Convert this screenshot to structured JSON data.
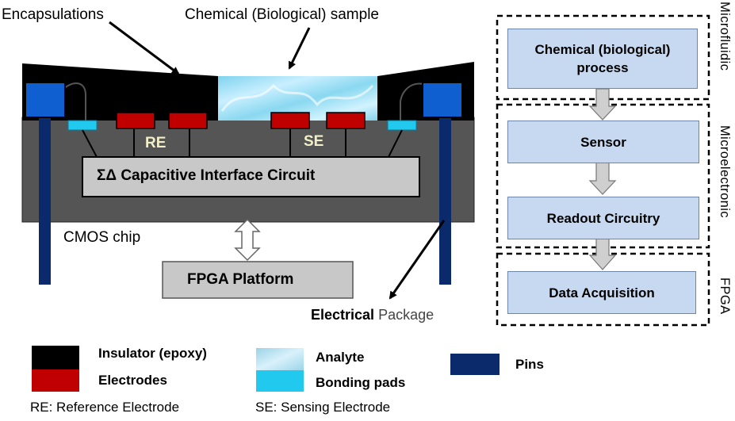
{
  "labels": {
    "encapsulations": "Encapsulations",
    "sample": "Chemical (Biological) sample",
    "re": "RE",
    "se": "SE",
    "interface_circuit": "ΣΔ Capacitive Interface Circuit",
    "cmos_chip": "CMOS chip",
    "fpga_platform": "FPGA Platform",
    "electrical": "Electrical",
    "package": "Package"
  },
  "flow": {
    "chemical_process": "Chemical (biological) process",
    "sensor": "Sensor",
    "readout": "Readout Circuitry",
    "daq": "Data Acquisition"
  },
  "domains": {
    "microfluidic": "Microfluidic",
    "microelectronic": "Microelectronic",
    "fpga": "FPGA"
  },
  "legend": {
    "insulator": "Insulator (epoxy)",
    "electrodes": "Electrodes",
    "re_def": "RE: Reference Electrode",
    "analyte": "Analyte",
    "bonding": "Bonding pads",
    "se_def": "SE: Sensing Electrode",
    "pins": "Pins"
  },
  "colors": {
    "insulator": "#000000",
    "electrode": "#c00000",
    "pin": "#0a2a6b",
    "pin_cap": "#0f5fd0",
    "bonding_pad": "#22c9ef",
    "analyte": "#a8dff0",
    "chip": "#555555",
    "circuit_box": "#c8c8c8",
    "flow_box": "#c6d9f1"
  }
}
